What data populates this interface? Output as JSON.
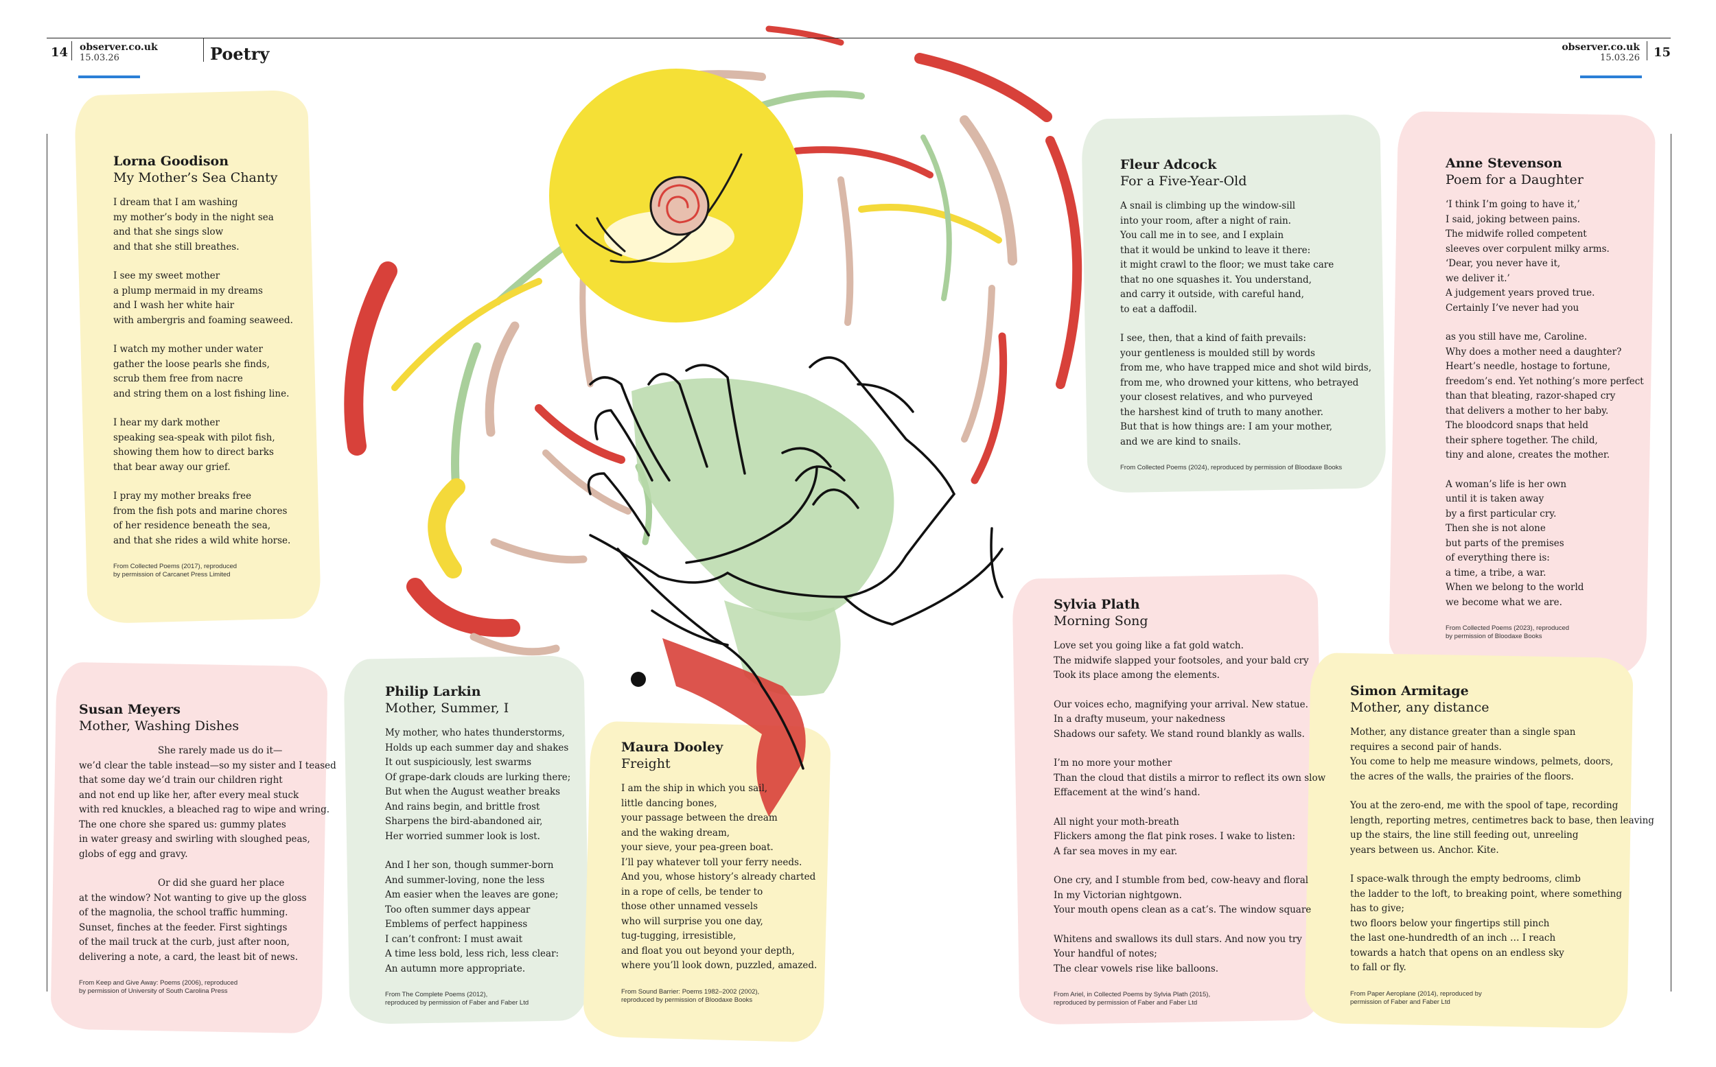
{
  "header": {
    "left": {
      "page_number": "14",
      "site": "observer.co.uk",
      "date": "15.03.26",
      "section": "Poetry"
    },
    "right": {
      "page_number": "15",
      "site": "observer.co.uk",
      "date": "15.03.26"
    }
  },
  "colors": {
    "yellow_wash": "#fbf3c6",
    "pink_wash": "#fbe2e2",
    "green_wash": "#e6efe3",
    "accent_blue": "#2b7fd6",
    "red": "#d8413a",
    "yellow": "#f4d93a",
    "green": "#a9cf9b",
    "tan": "#d9b8a8"
  },
  "illustration": {
    "icons": [
      "snail-icon",
      "sun-icon",
      "cupped-hands-icon"
    ]
  },
  "poems": [
    {
      "id": "goodison",
      "poet": "Lorna Goodison",
      "title": "My Mother’s Sea Chanty",
      "stanzas": [
        [
          "I dream that I am washing",
          "my mother’s body in the night sea",
          "and that she sings slow",
          "and that she still breathes."
        ],
        [
          "I see my sweet mother",
          "a plump mermaid in my dreams",
          "and I wash her white hair",
          "with ambergris and foaming seaweed."
        ],
        [
          "I watch my mother under water",
          "gather the loose pearls she finds,",
          "scrub them free from nacre",
          "and string them on a lost fishing line."
        ],
        [
          "I hear my dark mother",
          "speaking sea-speak with pilot fish,",
          "showing them how to direct barks",
          "that bear away our grief."
        ],
        [
          "I pray my mother breaks free",
          "from the fish pots and marine chores",
          "of her residence beneath the sea,",
          "and that she rides a wild white horse."
        ]
      ],
      "credit": "From Collected Poems (2017), reproduced\nby permission of Carcanet Press Limited"
    },
    {
      "id": "meyers",
      "poet": "Susan Meyers",
      "title": "Mother, Washing Dishes",
      "stanzas": [
        [
          "She rarely made us do it—",
          "we’d clear the table instead—so my sister and I teased",
          "that some day we’d train our children right",
          "and not end up like her, after every meal stuck",
          "with red knuckles, a bleached rag to wipe and wring.",
          "The one chore she spared us: gummy plates",
          "in water greasy and swirling with sloughed peas,",
          "globs of egg and gravy."
        ],
        [
          "Or did she guard her place",
          "at the window? Not wanting to give up the gloss",
          "of the magnolia, the school traffic humming.",
          "Sunset, finches at the feeder. First sightings",
          "of the mail truck at the curb, just after noon,",
          "delivering a note, a card, the least bit of news."
        ]
      ],
      "credit": "From Keep and Give Away: Poems (2006), reproduced\nby permission of University of South Carolina Press"
    },
    {
      "id": "larkin",
      "poet": "Philip Larkin",
      "title": "Mother, Summer, I",
      "stanzas": [
        [
          "My mother, who hates thunderstorms,",
          "Holds up each summer day and shakes",
          "It out suspiciously, lest swarms",
          "Of grape-dark clouds are lurking there;",
          "But when the August weather breaks",
          "And rains begin, and brittle frost",
          "Sharpens the bird-abandoned air,",
          "Her worried summer look is lost."
        ],
        [
          "And I her son, though summer-born",
          "And summer-loving, none the less",
          "Am easier when the leaves are gone;",
          "Too often summer days appear",
          "Emblems of perfect happiness",
          "I can’t confront: I must await",
          "A time less bold, less rich, less clear:",
          "An autumn more appropriate."
        ]
      ],
      "credit": "From The Complete Poems (2012),\nreproduced by permission of Faber and Faber Ltd"
    },
    {
      "id": "dooley",
      "poet": "Maura Dooley",
      "title": "Freight",
      "stanzas": [
        [
          "I am the ship in which you sail,",
          "little dancing bones,",
          "your passage between the dream",
          "and the waking dream,",
          "your sieve, your pea-green boat.",
          "I’ll pay whatever toll your ferry needs.",
          "And you, whose history’s already charted",
          "in a rope of cells, be tender to",
          "those other unnamed vessels",
          "who will surprise you one day,",
          "tug-tugging, irresistible,",
          "and float you out beyond your depth,",
          "where you’ll look down, puzzled, amazed."
        ]
      ],
      "credit": "From Sound Barrier: Poems 1982–2002 (2002),\nreproduced by permission of Bloodaxe Books"
    },
    {
      "id": "adcock",
      "poet": "Fleur Adcock",
      "title": "For a Five-Year-Old",
      "stanzas": [
        [
          "A snail is climbing up the window-sill",
          "into your room, after a night of rain.",
          "You call me in to see, and I explain",
          "that it would be unkind to leave it there:",
          "it might crawl to the floor; we must take care",
          "that no one squashes it. You understand,",
          "and carry it outside, with careful hand,",
          "to eat a daffodil."
        ],
        [
          "I see, then, that a kind of faith prevails:",
          "your gentleness is moulded still by words",
          "from me, who have trapped mice and shot wild birds,",
          "from me, who drowned your kittens, who betrayed",
          "your closest relatives, and who purveyed",
          "the harshest kind of truth to many another.",
          "But that is how things are: I am your mother,",
          "and we are kind to snails."
        ]
      ],
      "credit": "From Collected Poems (2024), reproduced by permission of Bloodaxe Books"
    },
    {
      "id": "stevenson",
      "poet": "Anne Stevenson",
      "title": "Poem for a Daughter",
      "stanzas": [
        [
          "‘I think I’m going to have it,’",
          "I said, joking between pains.",
          "The midwife rolled competent",
          "sleeves over corpulent milky arms.",
          "‘Dear, you never have it,",
          "we deliver it.’",
          "A judgement years proved true.",
          "Certainly I’ve never had you"
        ],
        [
          "as you still have me, Caroline.",
          "Why does a mother need a daughter?",
          "Heart’s needle, hostage to fortune,",
          "freedom’s end. Yet nothing’s more perfect",
          "than that bleating, razor-shaped cry",
          "that delivers a mother to her baby.",
          "The bloodcord snaps that held",
          "their sphere together. The child,",
          "tiny and alone, creates the mother."
        ],
        [
          "A woman’s life is her own",
          "until it is taken away",
          "by a first particular cry.",
          "Then she is not alone",
          "but parts of the premises",
          "of everything there is:",
          "a time, a tribe, a war.",
          "When we belong to the world",
          "we become what we are."
        ]
      ],
      "credit": "From Collected Poems (2023), reproduced\nby permission of Bloodaxe Books"
    },
    {
      "id": "plath",
      "poet": "Sylvia Plath",
      "title": "Morning Song",
      "stanzas": [
        [
          "Love set you going like a fat gold watch.",
          "The midwife slapped your footsoles, and your bald cry",
          "Took its place among the elements."
        ],
        [
          "Our voices echo, magnifying your arrival. New statue.",
          "In a drafty museum, your nakedness",
          "Shadows our safety. We stand round blankly as walls."
        ],
        [
          "I’m no more your mother",
          "Than the cloud that distils a mirror to reflect its own slow",
          "Effacement at the wind’s hand."
        ],
        [
          "All night your moth-breath",
          "Flickers among the flat pink roses. I wake to listen:",
          "A far sea moves in my ear."
        ],
        [
          "One cry, and I stumble from bed, cow-heavy and floral",
          "In my Victorian nightgown.",
          "Your mouth opens clean as a cat’s. The window square"
        ],
        [
          "Whitens and swallows its dull stars. And now you try",
          "Your handful of notes;",
          "The clear vowels rise like balloons."
        ]
      ],
      "credit": "From Ariel, in Collected Poems by Sylvia Plath (2015),\nreproduced by permission of Faber and Faber Ltd"
    },
    {
      "id": "armitage",
      "poet": "Simon Armitage",
      "title": "Mother, any distance",
      "stanzas": [
        [
          "Mother, any distance greater than a single span",
          "requires a second pair of hands.",
          "You come to help me measure windows, pelmets, doors,",
          "the acres of the walls, the prairies of the floors."
        ],
        [
          "You at the zero-end, me with the spool of tape, recording",
          "length, reporting metres, centimetres back to base, then leaving",
          "up the stairs, the line still feeding out, unreeling",
          "years between us. Anchor. Kite."
        ],
        [
          "I space-walk through the empty bedrooms, climb",
          "the ladder to the loft, to breaking point, where something",
          "has to give;",
          "two floors below your fingertips still pinch",
          "the last one-hundredth of an inch … I reach",
          "towards a hatch that opens on an endless sky",
          "to fall or fly."
        ]
      ],
      "credit": "From Paper Aeroplane (2014), reproduced by\npermission of Faber and Faber Ltd"
    }
  ]
}
